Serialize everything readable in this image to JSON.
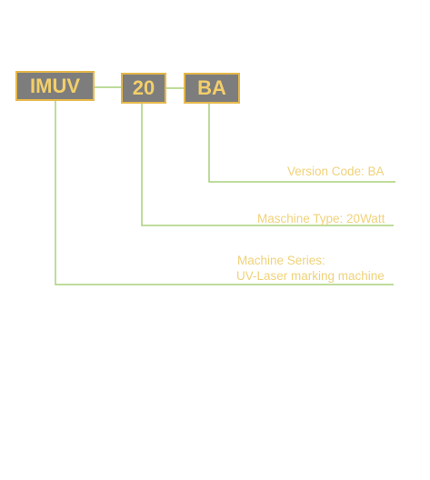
{
  "codes": {
    "series": "IMUV",
    "power": "20",
    "version": "BA"
  },
  "labels": {
    "version": "Version Code: BA",
    "type": "Maschine Type: 20Watt",
    "series_line1": "Machine Series:",
    "series_line2": "UV-Laser marking machine"
  },
  "colors": {
    "box_fill": "#7d7d7d",
    "box_border": "#e6b84a",
    "box_text": "#f3cf6a",
    "connector": "#a8d07a",
    "label_text": "#f0d27a"
  }
}
